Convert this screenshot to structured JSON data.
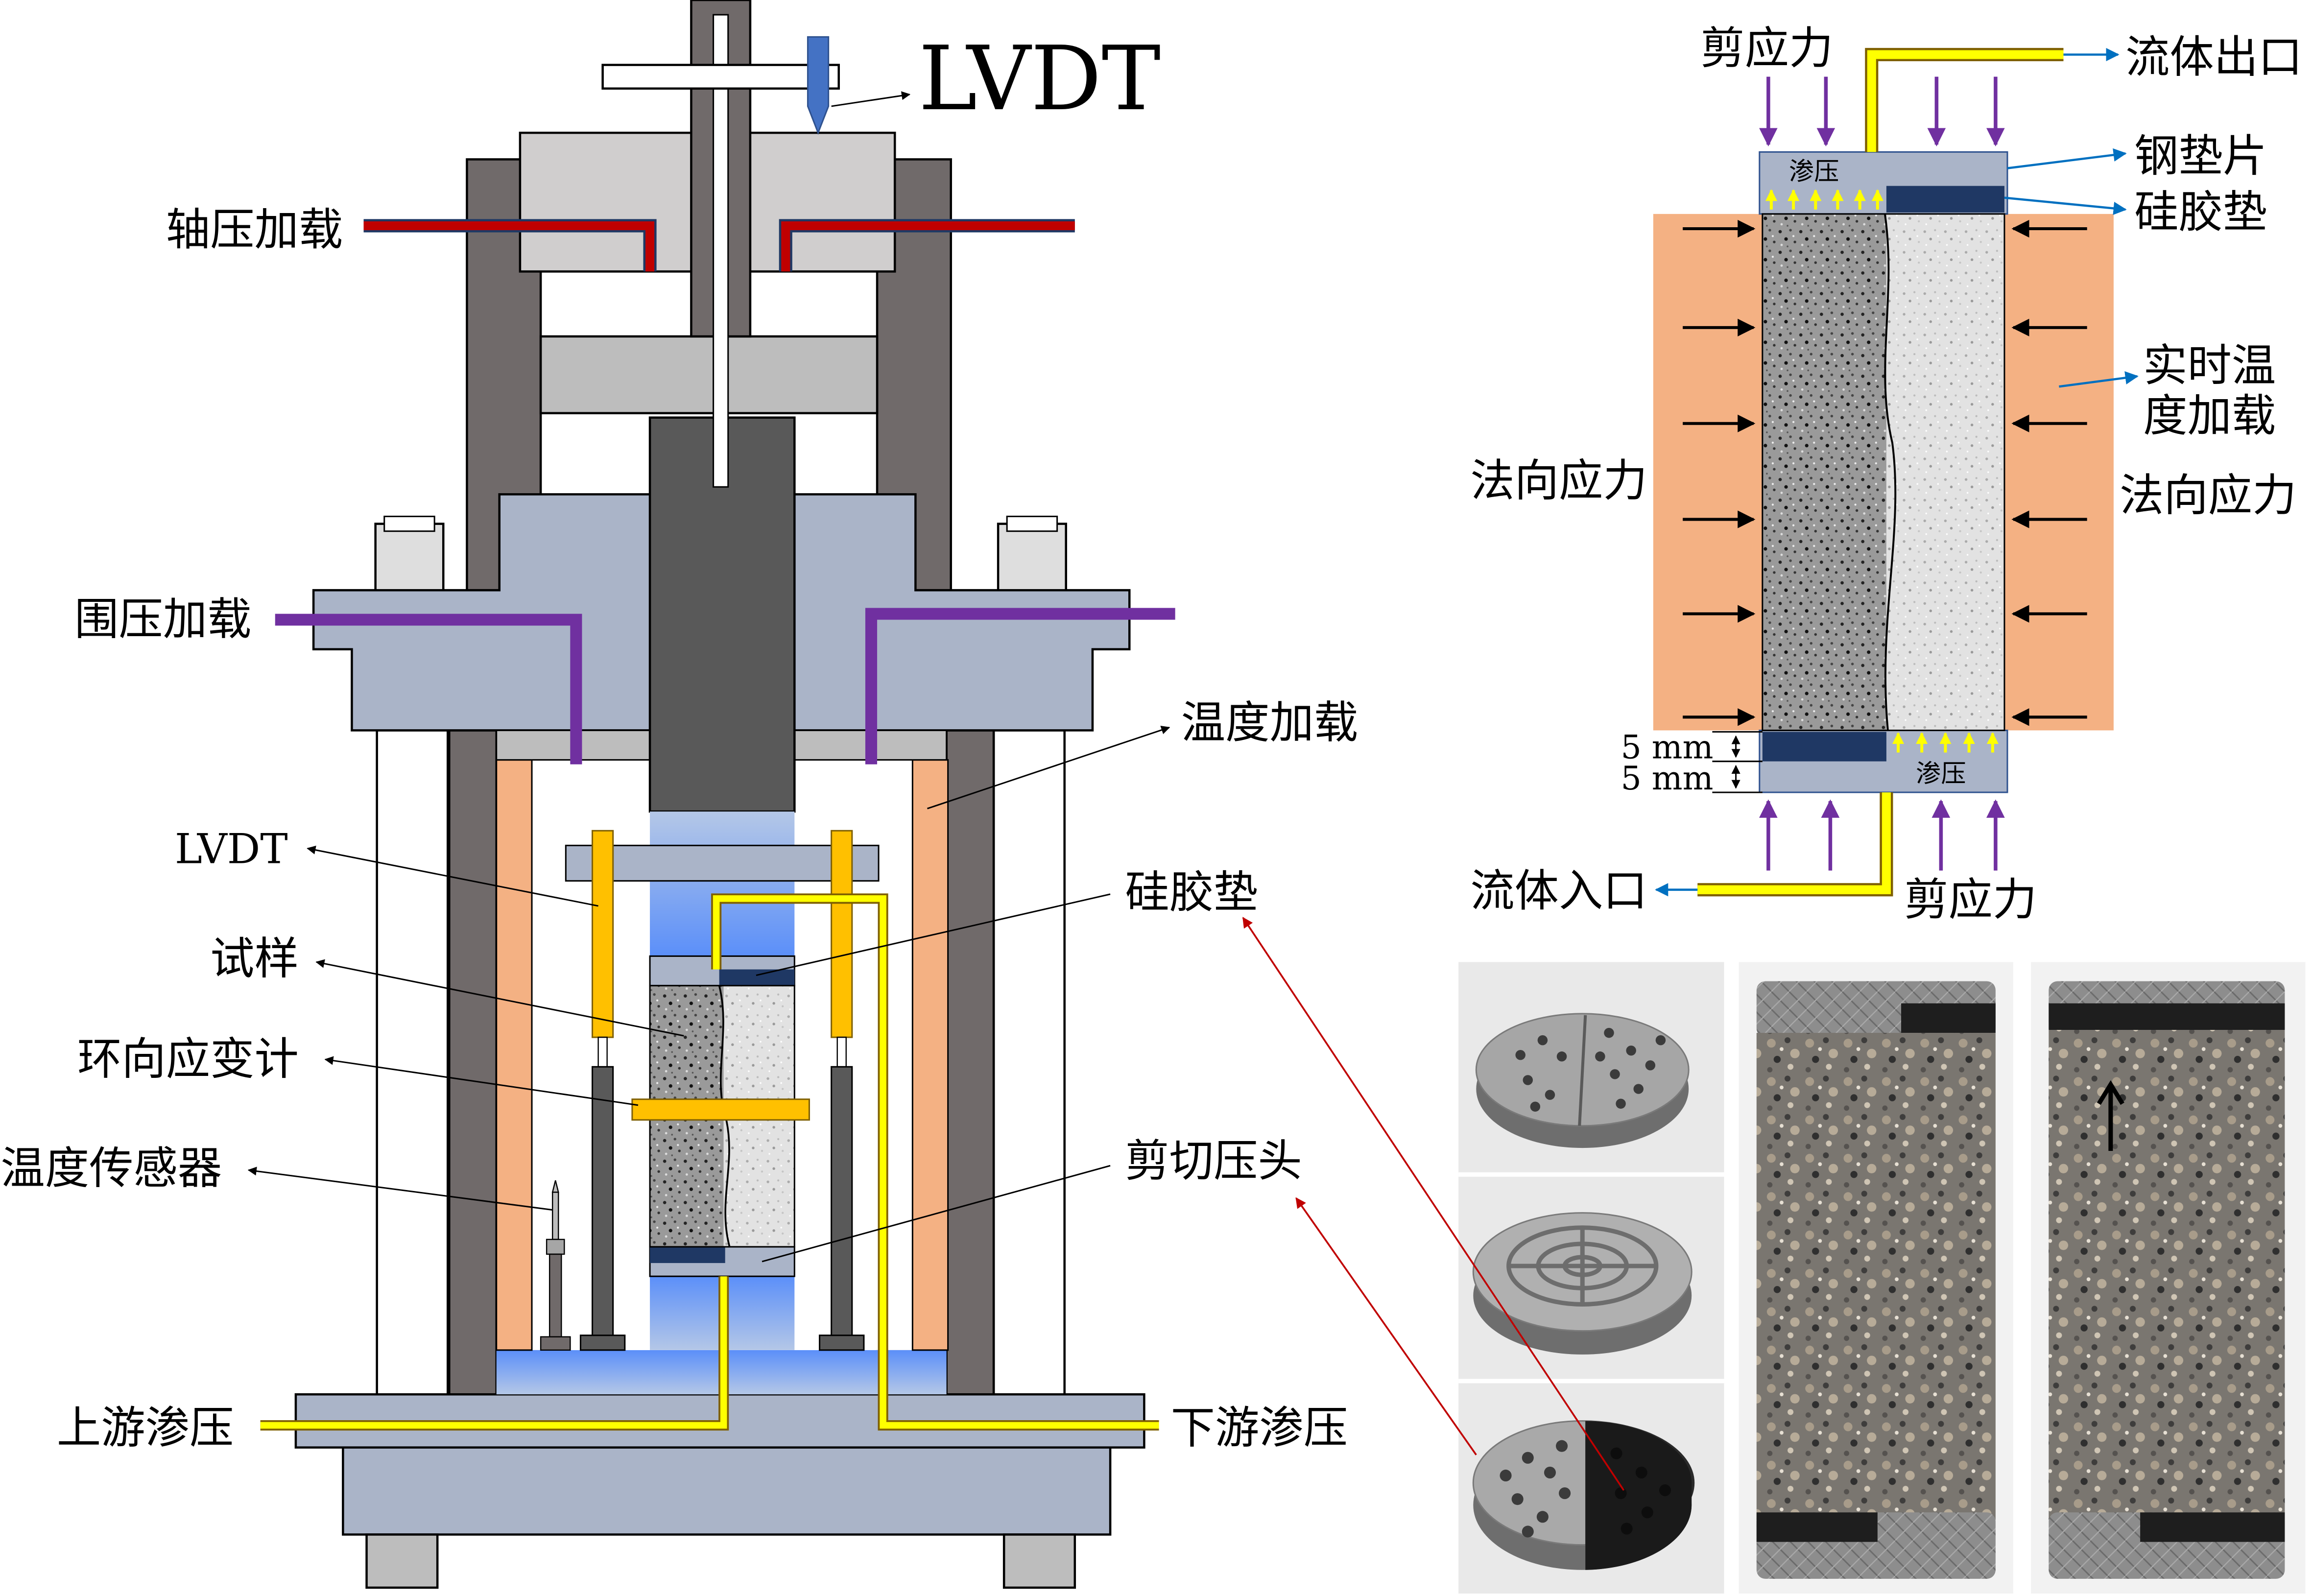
{
  "device": {
    "lvdt_top": "LVDT",
    "axial_loading": "轴压加载",
    "confining_loading": "围压加载",
    "temperature_loading": "温度加载",
    "lvdt_side": "LVDT",
    "silicone_pad": "硅胶垫",
    "specimen": "试样",
    "hoop_strain_gauge": "环向应变计",
    "shear_indenter": "剪切压头",
    "temperature_sensor": "温度传感器",
    "upstream_pressure": "上游渗压",
    "downstream_pressure": "下游渗压"
  },
  "schematic": {
    "shear_stress_top": "剪应力",
    "fluid_outlet": "流体出口",
    "seepage_top": "渗压",
    "steel_shim": "钢垫片",
    "silicone_pad": "硅胶垫",
    "realtime_temp_line1": "实时温",
    "realtime_temp_line2": "度加载",
    "normal_stress_left": "法向应力",
    "normal_stress_right": "法向应力",
    "dim1": "5 mm",
    "dim2": "5 mm",
    "seepage_bottom": "渗压",
    "fluid_inlet": "流体入口",
    "shear_stress_bottom": "剪应力"
  },
  "colors": {
    "frame": "#706a6a",
    "light_gray": "#bdbdbd",
    "platen": "#aab4c8",
    "axial_pipe": "#c00000",
    "confining_pipe": "#7030a0",
    "heater": "#f4b183",
    "yellow": "#ffff00",
    "dark_blue": "#1f3864",
    "blue_gradient_top": "#b4c7e7",
    "blue_gradient_bottom": "#5b8ff9",
    "lvdt_tip": "#4472c4",
    "arrow_blue": "#0070c0",
    "purple_arrow": "#7030a0",
    "photo_bg": "#ececec"
  }
}
